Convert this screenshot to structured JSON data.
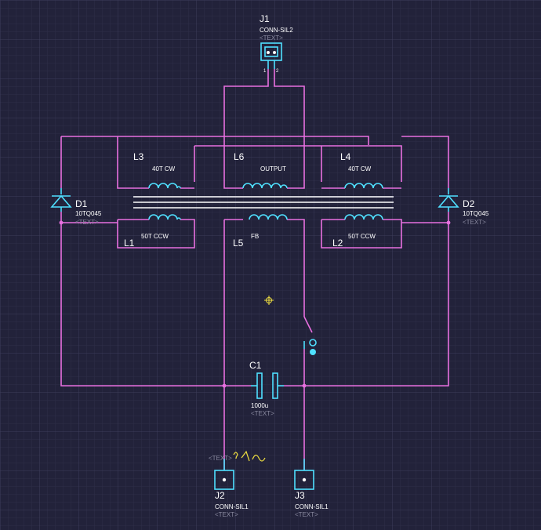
{
  "components": {
    "J1": {
      "ref": "J1",
      "value": "CONN-SIL2",
      "text": "<TEXT>",
      "pin1": "1",
      "pin2": "2"
    },
    "J2": {
      "ref": "J2",
      "value": "CONN-SIL1",
      "text": "<TEXT>"
    },
    "J3": {
      "ref": "J3",
      "value": "CONN-SIL1",
      "text": "<TEXT>"
    },
    "L1": {
      "ref": "L1",
      "value": "50T CCW"
    },
    "L2": {
      "ref": "L2",
      "value": "50T CCW"
    },
    "L3": {
      "ref": "L3",
      "value": "40T CW"
    },
    "L4": {
      "ref": "L4",
      "value": "40T CW"
    },
    "L5": {
      "ref": "L5",
      "value": "FB"
    },
    "L6": {
      "ref": "L6",
      "value": "OUTPUT"
    },
    "D1": {
      "ref": "D1",
      "value": "10TQ045",
      "text": "<TEXT>"
    },
    "D2": {
      "ref": "D2",
      "value": "10TQ045",
      "text": "<TEXT>"
    },
    "C1": {
      "ref": "C1",
      "value": "1000u",
      "text": "<TEXT>"
    }
  },
  "floating_text": "<TEXT>",
  "colors": {
    "background": "#22223a",
    "grid_minor": "#2e2e48",
    "grid_major": "#3c3c5a",
    "wire": "#e870e0",
    "component": "#4fe0ff",
    "label": "#ffffff",
    "placeholder": "#8a8aa0",
    "annotation": "#f0e040"
  }
}
